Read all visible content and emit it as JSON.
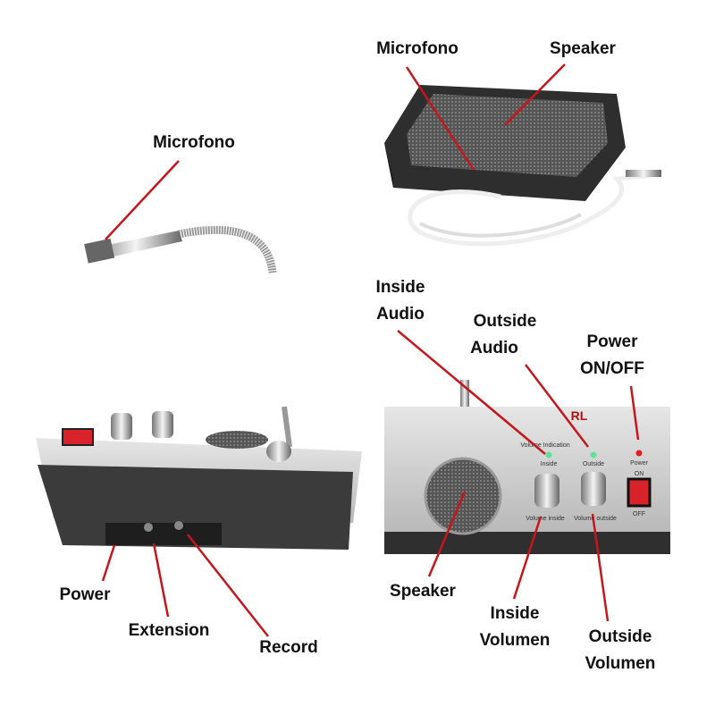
{
  "labels": {
    "mic_gooseneck": "Microfono",
    "mic_pad": "Microfono",
    "speaker_pad": "Speaker",
    "inside_audio": [
      "Inside",
      "Audio"
    ],
    "outside_audio": [
      "Outside",
      "Audio"
    ],
    "power_onoff": [
      "Power",
      "ON/OFF"
    ],
    "power": "Power",
    "extension": "Extension",
    "record": "Record",
    "speaker_front": "Speaker",
    "inside_volumen": [
      "Inside",
      "Volumen"
    ],
    "outside_volumen": [
      "Outside",
      "Volumen"
    ]
  },
  "panel": {
    "brand": "RL",
    "volume_indication": "Volume Indication",
    "inside": "Inside",
    "outside": "Outside",
    "power": "Power",
    "on": "ON",
    "off": "OFF",
    "volume_inside": "Volume inside",
    "volume_outside": "Volume outside"
  },
  "colors": {
    "callout_line": "#c4161c",
    "power_switch": "#d8232a",
    "led_green": "#5fe39a",
    "led_red": "#e02020"
  }
}
